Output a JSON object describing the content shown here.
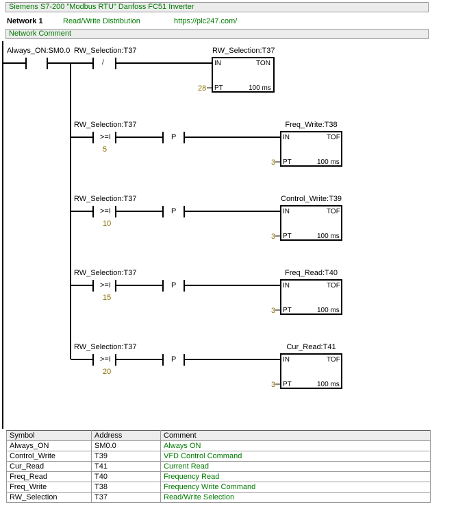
{
  "header": {
    "title": "Siemens S7-200 \"Modbus RTU\" Danfoss FC51 Inverter",
    "network_label": "Network 1",
    "network_name": "Read/Write Distribution",
    "network_url": "https://plc247.com/",
    "network_comment": "Network Comment"
  },
  "rung": {
    "contact1_label": "Always_ON:SM0.0",
    "contact2_label": "RW_Selection:T37",
    "contact2_symbol": "/",
    "timer": {
      "name": "RW_Selection:T37",
      "in": "IN",
      "type": "TON",
      "pt_label": "PT",
      "pt_value": "28",
      "base": "100 ms"
    },
    "branches": [
      {
        "compare_label": "RW_Selection:T37",
        "compare_op": ">=I",
        "compare_value": "5",
        "edge": "P",
        "timer": {
          "name": "Freq_Write:T38",
          "in": "IN",
          "type": "TOF",
          "pt_label": "PT",
          "pt_value": "3",
          "base": "100 ms"
        }
      },
      {
        "compare_label": "RW_Selection:T37",
        "compare_op": ">=I",
        "compare_value": "10",
        "edge": "P",
        "timer": {
          "name": "Control_Write:T39",
          "in": "IN",
          "type": "TOF",
          "pt_label": "PT",
          "pt_value": "3",
          "base": "100 ms"
        }
      },
      {
        "compare_label": "RW_Selection:T37",
        "compare_op": ">=I",
        "compare_value": "15",
        "edge": "P",
        "timer": {
          "name": "Freq_Read:T40",
          "in": "IN",
          "type": "TOF",
          "pt_label": "PT",
          "pt_value": "3",
          "base": "100 ms"
        }
      },
      {
        "compare_label": "RW_Selection:T37",
        "compare_op": ">=I",
        "compare_value": "20",
        "edge": "P",
        "timer": {
          "name": "Cur_Read:T41",
          "in": "IN",
          "type": "TOF",
          "pt_label": "PT",
          "pt_value": "3",
          "base": "100 ms"
        }
      }
    ]
  },
  "symbol_table": {
    "headers": [
      "Symbol",
      "Address",
      "Comment"
    ],
    "rows": [
      [
        "Always_ON",
        "SM0.0",
        "Always ON"
      ],
      [
        "Control_Write",
        "T39",
        "VFD Control Command"
      ],
      [
        "Cur_Read",
        "T41",
        "Current Read"
      ],
      [
        "Freq_Read",
        "T40",
        "Frequency Read"
      ],
      [
        "Freq_Write",
        "T38",
        "Frequency Write Command"
      ],
      [
        "RW_Selection",
        "T37",
        "Read/Write Selection"
      ]
    ]
  },
  "colors": {
    "comment_green": "#007a00",
    "value_gold": "#8a6d00",
    "header_gray": "#ececec"
  }
}
